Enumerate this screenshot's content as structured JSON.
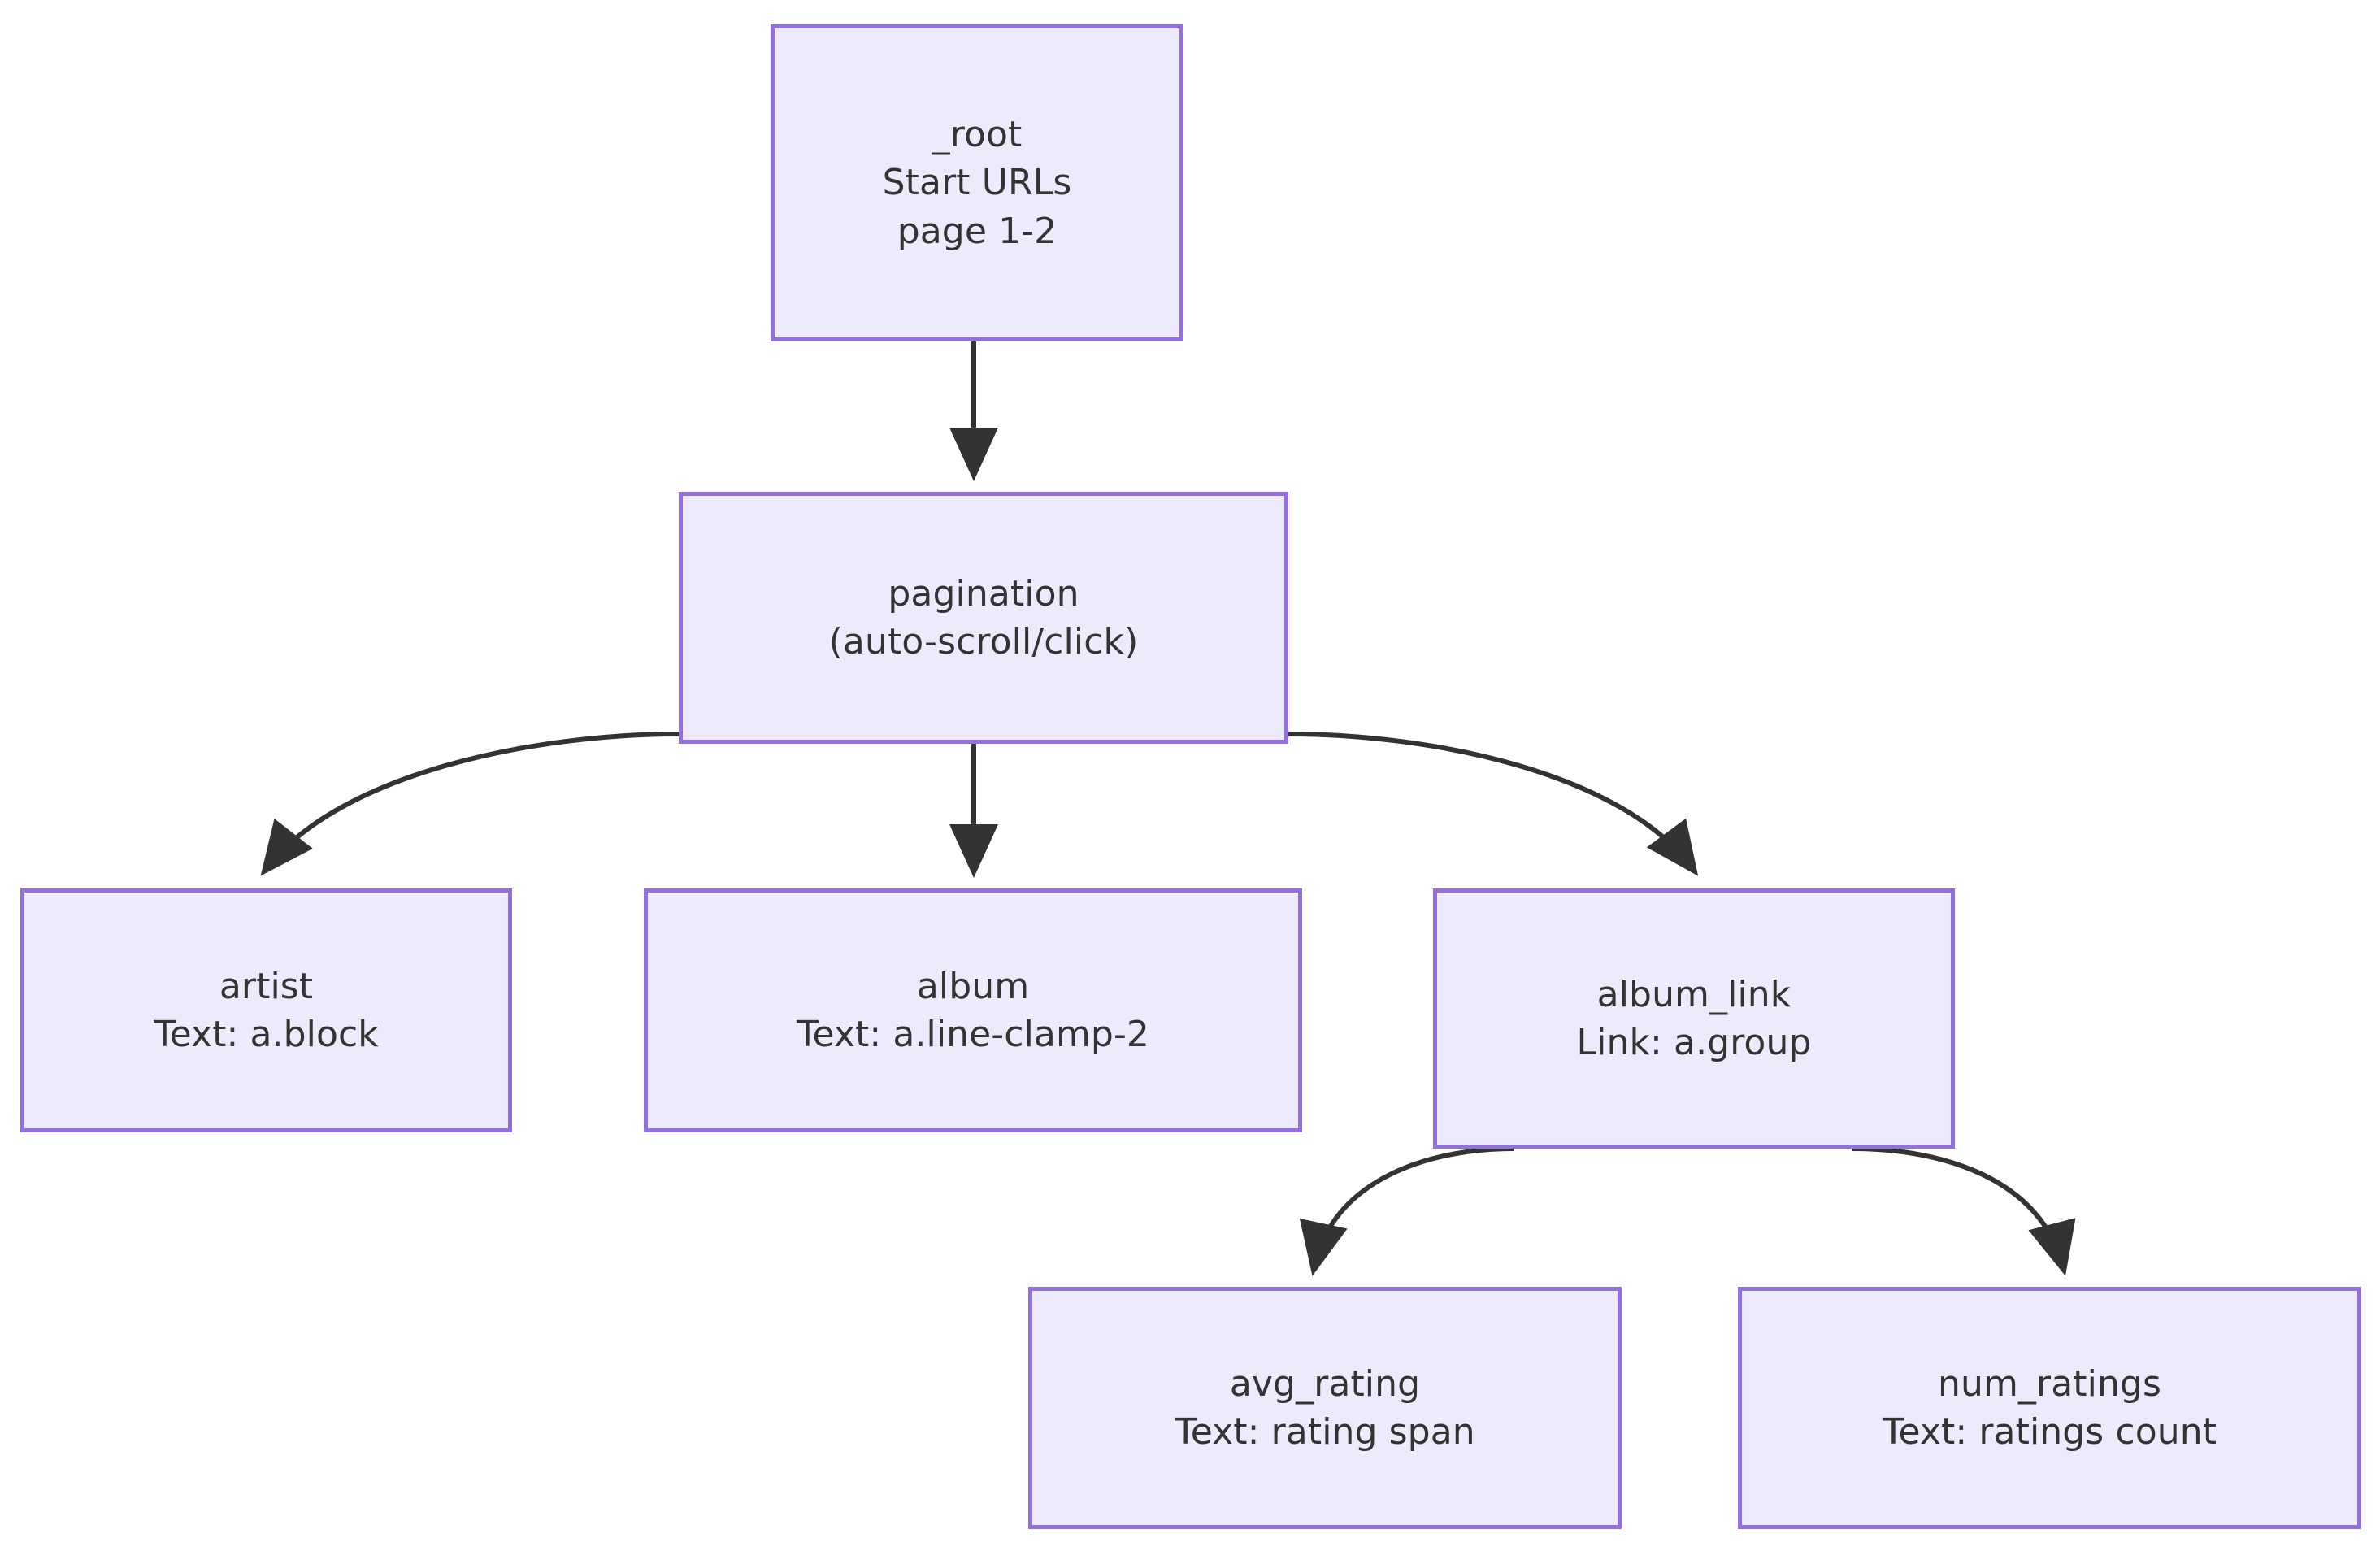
{
  "diagram": {
    "type": "flowchart",
    "direction": "top-down",
    "title": "",
    "style": {
      "node_fill": "#ECEAFB",
      "node_border": "#9370DB",
      "edge_color": "#333333",
      "text_color": "#333333",
      "background": "#ffffff"
    },
    "nodes": [
      {
        "id": "_root",
        "label": "_root",
        "detail_1": "Start URLs",
        "detail_2": "page 1-2"
      },
      {
        "id": "pagination",
        "label": "pagination",
        "detail_1": "(auto-scroll/click)",
        "detail_2": ""
      },
      {
        "id": "artist",
        "label": "artist",
        "detail_1": "Text: a.block",
        "detail_2": ""
      },
      {
        "id": "album",
        "label": "album",
        "detail_1": "Text: a.line-clamp-2",
        "detail_2": ""
      },
      {
        "id": "album_link",
        "label": "album_link",
        "detail_1": "Link: a.group",
        "detail_2": ""
      },
      {
        "id": "avg_rating",
        "label": "avg_rating",
        "detail_1": "Text: rating span",
        "detail_2": ""
      },
      {
        "id": "num_ratings",
        "label": "num_ratings",
        "detail_1": "Text: ratings count",
        "detail_2": ""
      }
    ],
    "edges": [
      {
        "from": "_root",
        "to": "pagination",
        "label": ""
      },
      {
        "from": "pagination",
        "to": "artist",
        "label": ""
      },
      {
        "from": "pagination",
        "to": "album",
        "label": ""
      },
      {
        "from": "pagination",
        "to": "album_link",
        "label": ""
      },
      {
        "from": "album_link",
        "to": "avg_rating",
        "label": ""
      },
      {
        "from": "album_link",
        "to": "num_ratings",
        "label": ""
      }
    ]
  }
}
